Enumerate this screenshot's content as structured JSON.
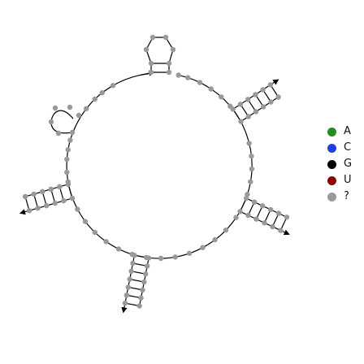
{
  "legend": {
    "items": [
      {
        "label": "A",
        "color": "#228b22"
      },
      {
        "label": "C",
        "color": "#1f3fe0"
      },
      {
        "label": "G",
        "color": "#000000"
      },
      {
        "label": "U",
        "color": "#8b0000"
      },
      {
        "label": "?",
        "color": "#999999"
      }
    ]
  },
  "nucleotide_color": "#999999",
  "backbone_color": "#000000"
}
